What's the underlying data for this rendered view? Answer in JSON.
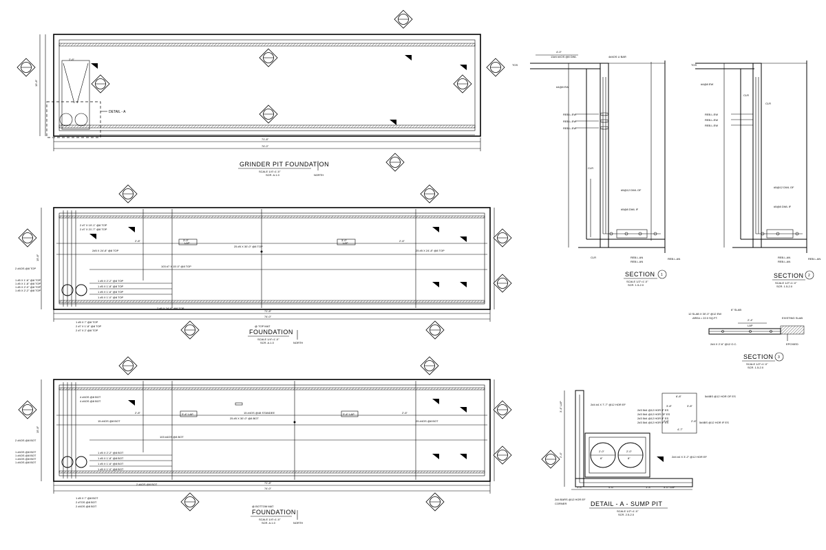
{
  "views": {
    "grinder": {
      "title": "GRINDER PIT FOUNDATION",
      "scale": "SCALE 1/4\"=1'-0\"",
      "ref": "SCR. A.1.0",
      "dim_inner": "71'-8\"",
      "dim_outer": "74'-0\"",
      "dim_height": "15'-8\"",
      "detail_label": "DETAIL - A"
    },
    "top": {
      "title": "FOUNDATION",
      "note": "@ TOP MAT",
      "scale": "SCALE 1/4\"=1'-0\"",
      "ref": "SCR. A.1.0",
      "dim_inner": "71'-8\"",
      "dim_outer": "74'-0\"",
      "dim_height": "15'-8\""
    },
    "bottom": {
      "title": "FOUNDATION",
      "note": "@ BOTTOM MAT",
      "scale": "SCALE 1/4\"=1'-0\"",
      "ref": "SCR. A.1.0",
      "dim_inner": "71'-8\"",
      "dim_outer": "74'-0\"",
      "dim_height": "15'-8\""
    },
    "section1": {
      "title": "SECTION",
      "num": "1",
      "scale": "SCALE 1/2\"=1'-0\"",
      "ref": "SCR. 1.5-2.0"
    },
    "section2": {
      "title": "SECTION",
      "num": "2",
      "scale": "SCALE 1/2\"=1'-0\"",
      "ref": "SCR. 1.5-2.0"
    },
    "section3": {
      "title": "SECTION",
      "num": "3",
      "scale": "SCALE 1/2\"=1'-0\"",
      "ref": "SCR. 1.5-2.0"
    },
    "detailA": {
      "title": "DETAIL - A - SUMP PIT",
      "scale": "SCALE 1/2\"=1'-0\"",
      "ref": "SCR. 2.5-2.0"
    }
  },
  "labels": {
    "north": "NORTH",
    "lap": "LAP",
    "d_2_8": "2'-8\"",
    "d_3_0": "3'-0\"",
    "d_3_8": "3'-8\"",
    "d_2_6": "2'-6\"",
    "d_1_3": "1'-3\"",
    "d_2_0": "2'-0\"",
    "d_2_4": "2'-4\"",
    "d_4_6": "4'-6\"",
    "d_4_0": "4'-0\"",
    "d_3_4_lap": "3'-4\" LAP",
    "d_3_0_lap": "3'-0\" LAP",
    "d_4_7": "4'-7\"",
    "d_13_0": "13'-0\"",
    "d_6_8": "6'-8\"",
    "top_bar_1": "2#5 X 24'-8\" @8 TOP",
    "top_bar_2": "25 #5 X 30'-0\" @8 TOP",
    "top_bar_3": "25 #5 X 24'-8\" @8 TOP",
    "top_bar_4": "103 #7 X 15'-0\" @8 TOP",
    "top_left_1": "2 #7 X 19'-1\" @8 TOP",
    "top_left_2": "2 #7 X 21'-7\" @8 TOP",
    "top_left_3": "2 #4OS @8 TOP",
    "top_left_4": "1 #5 X 1'-6\" @8 TOP",
    "top_left_5": "1 #5 X 1'-8\" @8 TOP",
    "top_left_6": "1 #5 X 2'-0\" @8 TOP",
    "top_left_7": "1 #5 X 2'-2\" @8 TOP",
    "top_bot_1": "1 #5 X 7' @8 TOP",
    "top_bot_2": "2 #7 X 1'-8\" @8 TOP",
    "top_bot_3": "2 #7 X 2' @8 TOP",
    "top_bot_4": "2 #5 X 24'-8\" @8 TOP",
    "top_mid_1": "1 #5 X 2'-2\" @8 TOP",
    "top_mid_2": "1 #5 X 1'-8\" @8 TOP",
    "top_mid_3": "1 #5 X 1'-6\" @8 TOP",
    "top_mid_4": "1 #5 X 1'-0\" @8 TOP",
    "bot_bar_1": "15 #4OS @8 BOT",
    "bot_bar_2": "25 #5 X 30'-0\" @8 BOT",
    "bot_bar_3": "25 #4OS @8 BOT",
    "bot_bar_4": "103 #4OS @8 BOT",
    "bot_note_1": "4 #4OS @8 BOT",
    "bot_note_2": "4 #4OS @8 BOT",
    "bot_note_3": "15 #4OS @48 STANDEE",
    "bot_left_1": "2 #4OS @8 BOT",
    "bot_left_2": "1 #4OS @8 BOT",
    "bot_left_3": "1 #4OS @8 BOT",
    "bot_left_4": "1 #4OS @8 BOT",
    "bot_left_5": "1 #4OS @8 BOT",
    "bot_bot_1": "1 #5 X 7' @8 BOT",
    "bot_bot_2": "2 #7OS @8 BOT",
    "bot_bot_3": "2 #4OS @8 BOT",
    "bot_bot_4": "2 #4OS @8 BOT",
    "bot_mid_1": "1 #5 X 2'-2\" @8 BOT",
    "bot_mid_2": "1 #5 X 1'-8\" @8 BOT",
    "bot_mid_3": "1 #5 X 1'-6\" @8 BOT",
    "bot_mid_4": "1 #5 X 1'-0\" @8 BOT",
    "sec_a": "13#4 #4OS @8 DWL",
    "sec_b": "4#4OS U BAR",
    "sec_c": "#4@8 EW",
    "sec_d": "#5@12 DWL OF",
    "sec_e": "#5@8 DWL IF",
    "sec_ref": "REB.L.EW",
    "sec_reb": "REB.L.AN",
    "sec_top": "TOS",
    "sec_clr": "CLR",
    "sec_3_a": "12 SLAB X 30'-0\" @12 EW",
    "sec_3_b": "AREA = 22.0 SQ.FT.",
    "sec_3_c": "6\" SLAB",
    "sec_3_d": "EXISTING SLAB",
    "sec_3_e": "2#4 X 2'-6\" @12 O.C.",
    "sec_3_f": "EPOXIED",
    "det_1": "5#4BS @12 HOR OF ES",
    "det_2": "2#4 #4 X 7'-7\" @12 HOR EF",
    "det_3": "2#3 5#4 @12 HOR IF ES",
    "det_4": "2#3 5#4 @12 HOR OF ES",
    "det_5": "2#3 5#4 @12 HOR IF ES",
    "det_6": "2#3 5#4 @12 HOR IF ES",
    "det_7": "2#4 #4 X 3'-2\" @12 HOR EF",
    "det_8": "5#4BS @12 HOR IF ES",
    "det_corner": "2#4 BARS @12 HOR EF",
    "det_corner2": "CORNER",
    "det_circle": "2'-0\"",
    "det_circle2": "8\""
  },
  "markers": {
    "a": "A",
    "b": "B",
    "c": "C",
    "d": "D",
    "e": "E",
    "f": "F",
    "g": "G",
    "h": "H",
    "one": "1",
    "two": "2",
    "three": "3",
    "four": "4",
    "five": "5",
    "sheet": "SCR.1"
  }
}
